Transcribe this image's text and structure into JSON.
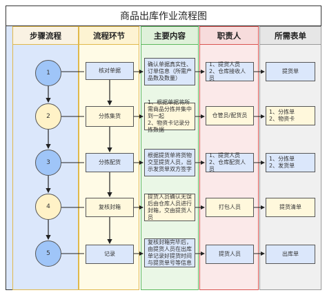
{
  "title": "商品出库作业流程图",
  "lanes": [
    {
      "label": "步骤流程"
    },
    {
      "label": "流程环节"
    },
    {
      "label": "主要内容"
    },
    {
      "label": "职责人"
    },
    {
      "label": "所需表单"
    }
  ],
  "steps": [
    {
      "num": "1",
      "node": "核对单据",
      "content": "确认单据真实性、订单信息（所需产品数及数量）",
      "owner": "1、提货人员\n2、仓库接收人员",
      "form": "提货单"
    },
    {
      "num": "2",
      "node": "分拣集货",
      "content": "1、根据单据将所需商品分拣并集中到一起\n2、物资卡记录分拣数据",
      "owner": "仓管员/配货员",
      "form": "1、分拣单\n2、物资卡"
    },
    {
      "num": "3",
      "node": "分拣配货",
      "content": "根据提货单将货物交至提货人员，出示发货单双方签字",
      "owner": "1、提货人员\n2、仓库配货人员",
      "form": "1、分拣单\n2、发货单"
    },
    {
      "num": "4",
      "node": "复核封箱",
      "content": "提货人员确认无误后由仓库人员进行封箱，交由提货人员",
      "owner": "打包人员",
      "form": "提货清单"
    },
    {
      "num": "5",
      "node": "记录",
      "content": "复核封箱完毕后，由提货人员在出库单记录好提货时间与提货单号等信息",
      "owner": "提货人员",
      "form": "出库单"
    }
  ],
  "colors": {
    "lane1_fill": "#dbe7fb",
    "lane1_border": "#e0b84a",
    "lane2_fill": "#fffbe6",
    "lane2_border": "#e0b84a",
    "lane3_fill": "#eaf7e6",
    "lane3_border": "#5cb85c",
    "lane4_fill": "#fbe9e9",
    "lane4_border": "#d9534f",
    "lane5_fill": "#f0f0f0",
    "lane5_border": "#999999",
    "node_fill": "#fff8dc",
    "node_border": "#555555",
    "circle_blue": "#9fc5f8",
    "circle_yellow": "#fff2c7"
  }
}
